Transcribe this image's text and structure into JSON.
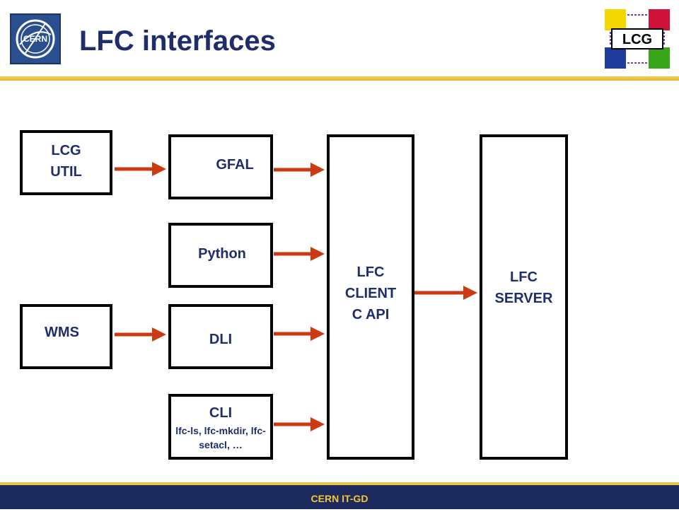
{
  "title": "LFC interfaces",
  "logos": {
    "left": "CERN",
    "right": "LCG"
  },
  "boxes": {
    "lcg_util": "LCG UTIL",
    "wms": "WMS",
    "gfal": "GFAL",
    "python": "Python",
    "dli": "DLI",
    "cli": "CLI",
    "cli_sub": "lfc-ls, lfc-mkdir, lfc-setacl, …",
    "lfc_client": "LFC CLIENT C API",
    "lfc_server": "LFC SERVER"
  },
  "colors": {
    "title": "#1f2d6b",
    "arrow": "#cc3a12",
    "footer_bg": "#1d2a5e",
    "footer_text": "#f2c53d",
    "rule": "#e9c245"
  },
  "footer": "CERN IT-GD"
}
